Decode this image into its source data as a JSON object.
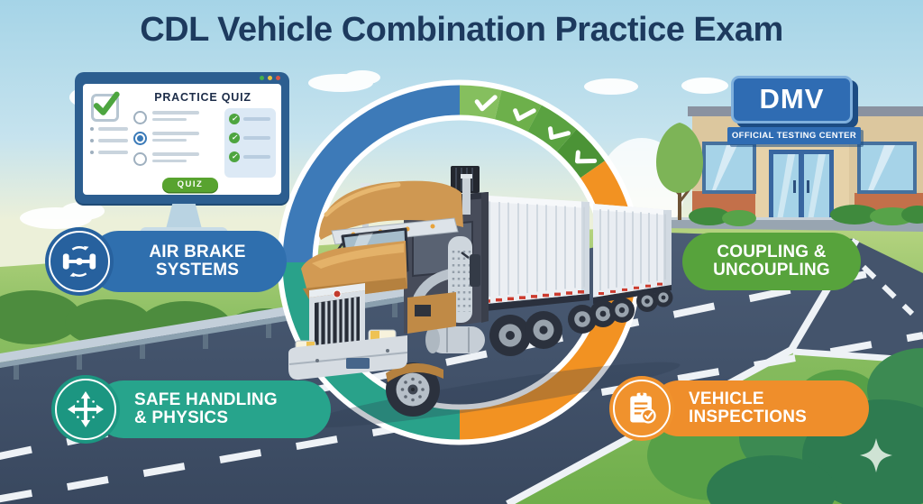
{
  "title": "CDL Vehicle Combination Practice Exam",
  "monitor": {
    "quiz_title": "PRACTICE QUIZ",
    "quiz_button_label": "QUIZ"
  },
  "dmv": {
    "sign_label": "DMV",
    "banner_label": "OFFICIAL TESTING CENTER"
  },
  "badges": [
    {
      "id": "air-brake-systems",
      "line1": "AIR BRAKE",
      "line2": "SYSTEMS",
      "color": "#2f6fae",
      "icon": "air-brake-wheels-icon"
    },
    {
      "id": "coupling-uncoupling",
      "line1": "COUPLING &",
      "line2": "UNCOUPLING",
      "color": "#57a33c",
      "icon": null
    },
    {
      "id": "safe-handling-physics",
      "line1": "SAFE HANDLING",
      "line2": "& PHYSICS",
      "color": "#27a48c",
      "icon": "four-direction-arrows-icon"
    },
    {
      "id": "vehicle-inspections",
      "line1": "VEHICLE",
      "line2": "INSPECTIONS",
      "color": "#ef8e2b",
      "icon": "clipboard-check-icon"
    }
  ],
  "ring": {
    "checkmark_count": 4,
    "segments": [
      {
        "name": "blue",
        "color": "#3d7ab8"
      },
      {
        "name": "green-checks",
        "colors": [
          "#85bf5e",
          "#6db04b",
          "#5aa241",
          "#4b9336"
        ]
      },
      {
        "name": "orange",
        "color": "#f29222"
      },
      {
        "name": "teal",
        "color": "#29a28a"
      }
    ]
  },
  "palette": {
    "title_color": "#1d3a5e",
    "sky_top": "#a7d5e8",
    "grass": "#86ba58",
    "road": "#41516a",
    "dmv_blue": "#2f6cb3",
    "quiz_button_green": "#58a32f",
    "truck_cab_tan": "#d29a53",
    "trailer_white": "#e9edf2"
  }
}
